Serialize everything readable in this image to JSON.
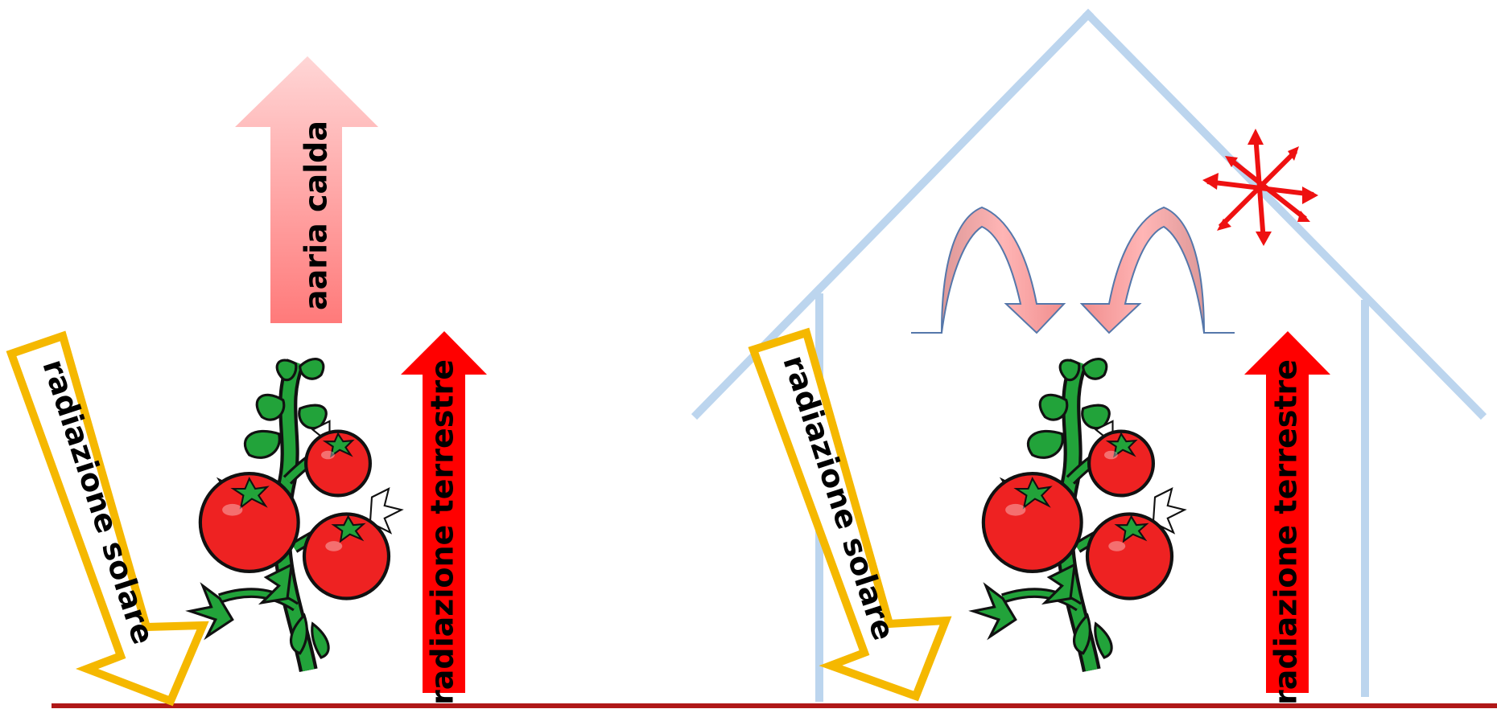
{
  "labels": {
    "hot_air": "aaria calda",
    "solar_left": "radiazione solare",
    "terrestrial_left": "radiazione terrestre",
    "solar_right": "radiazione solare",
    "terrestrial_right": "radiazione terrestre"
  },
  "colors": {
    "ground": "#b01818",
    "greenhouse_frame": "#bcd5ee",
    "solar_arrow": "#f5b800",
    "terrestrial_arrow": "#ff0000",
    "hot_air_arrow_top": "#ffd0d0",
    "hot_air_arrow_bottom": "#ff8080",
    "convection_arrow": "#f09a9a",
    "blocked_marker": "#ee1111",
    "leaf": "#22a33a",
    "fruit": "#ee2222"
  }
}
